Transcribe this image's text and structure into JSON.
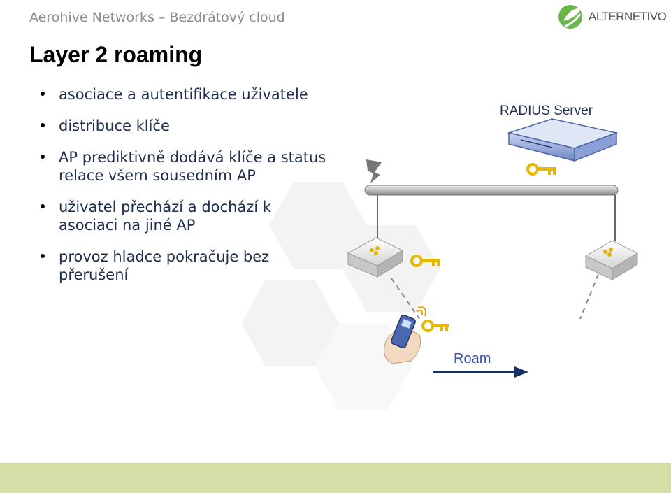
{
  "header": {
    "subtitle": "Aerohive Networks – Bezdrátový cloud"
  },
  "logo": {
    "text": "ALTERNETIVO",
    "icon": "green-leaf-logo"
  },
  "slide": {
    "title": "Layer 2 roaming"
  },
  "bullets": [
    "asociace a autentifikace uživatele",
    "distribuce klíče",
    "AP prediktivně dodává klíče a status relace všem sousedním AP",
    "uživatel přechází a dochází k asociaci na jiné AP",
    "provoz hladce pokračuje bez přerušení"
  ],
  "diagram": {
    "radius_label": "RADIUS Server",
    "roam_label": "Roam",
    "icons": [
      "radius-server",
      "ap",
      "key",
      "phone",
      "network-bus"
    ]
  },
  "colors": {
    "footer": "#d3dfa7",
    "arrow": "#1a3060",
    "key": "#e8b800"
  }
}
